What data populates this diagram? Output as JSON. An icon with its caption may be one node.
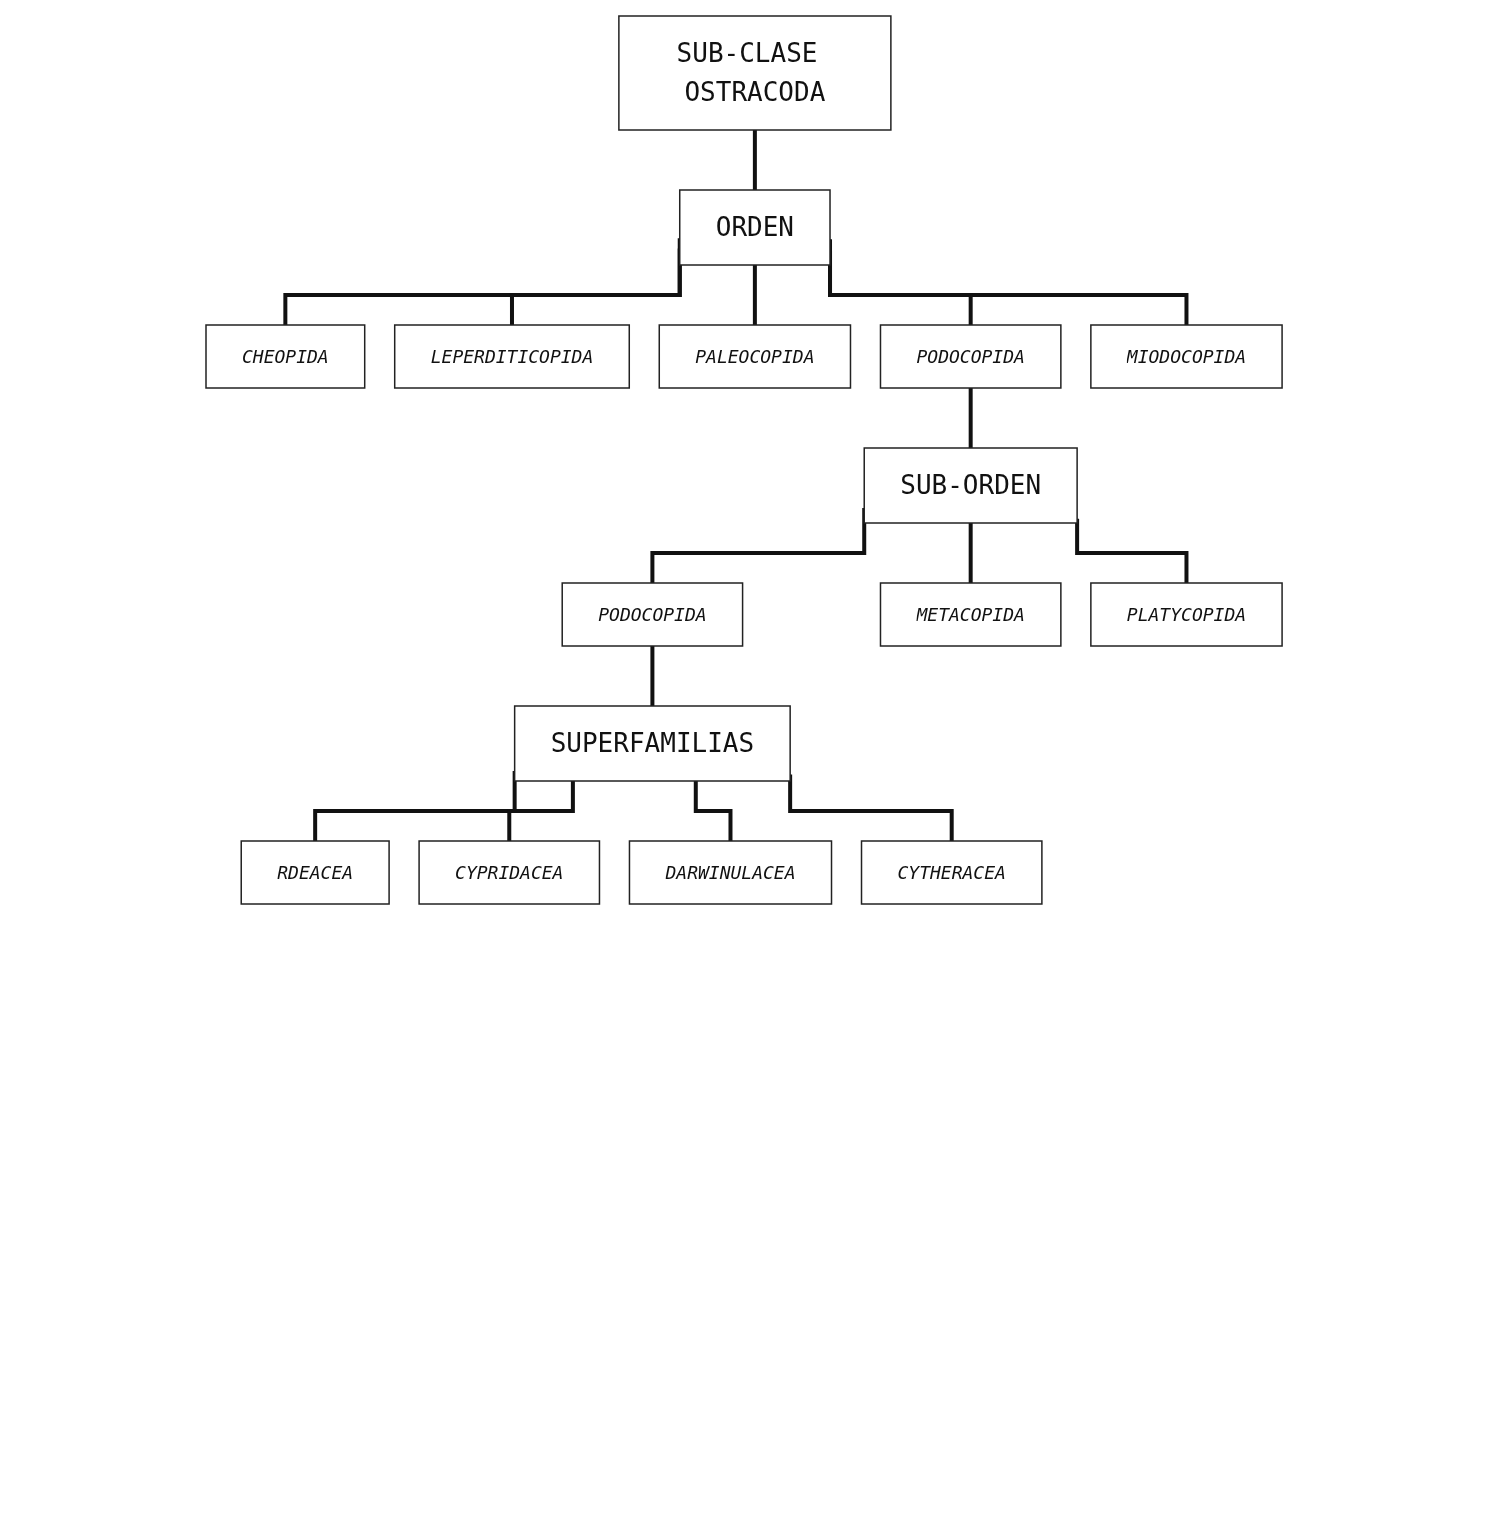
{
  "diagram": {
    "nodes": [
      {
        "text": [
          "SUB-CLASE OSTRACODA"
        ]
      },
      {
        "text": [
          "ORDEN"
        ]
      },
      {
        "text": [
          "CHEOPIDA"
        ]
      },
      {
        "text": [
          "LEPERDITICOPIDA"
        ]
      },
      {
        "text": [
          "PALEOCOPIDA"
        ]
      },
      {
        "text": [
          "PODOCOPIDA"
        ]
      },
      {
        "text": [
          "MIODOCOPIDA"
        ]
      },
      {
        "text": [
          "SUB-ORDEN"
        ]
      },
      {
        "text": [
          "PODOCOPIDA"
        ]
      },
      {
        "text": [
          "METACOPIDA"
        ]
      },
      {
        "text": [
          "PLATYCOPIDA"
        ]
      },
      {
        "text": [
          "SUPERFAMILIAS"
        ]
      },
      {
        "text": [
          "RDEACEA"
        ]
      },
      {
        "text": [
          "CYPRIDACEA"
        ]
      },
      {
        "text": [
          "DARWINULACEA"
        ]
      },
      {
        "text": [
          "CYTHERACEA"
        ]
      }
    ],
    "edges": [
      {
        "from": 0,
        "to": 1,
        "arrow": "none"
      },
      {
        "from": 1,
        "to": 2,
        "arrow": "none"
      },
      {
        "from": 1,
        "to": 3,
        "arrow": "none"
      },
      {
        "from": 1,
        "to": 4,
        "arrow": "none"
      },
      {
        "from": 1,
        "to": 5,
        "arrow": "none"
      },
      {
        "from": 1,
        "to": 6,
        "arrow": "none"
      },
      {
        "from": 5,
        "to": 7,
        "arrow": "none"
      },
      {
        "from": 7,
        "to": 8,
        "arrow": "none"
      },
      {
        "from": 7,
        "to": 9,
        "arrow": "none"
      },
      {
        "from": 7,
        "to": 10,
        "arrow": "none"
      },
      {
        "from": 8,
        "to": 11,
        "arrow": "none"
      },
      {
        "from": 11,
        "to": 12,
        "arrow": "none"
      },
      {
        "from": 11,
        "to": 13,
        "arrow": "none"
      },
      {
        "from": 11,
        "to": 14,
        "arrow": "none"
      },
      {
        "from": 11,
        "to": 15,
        "arrow": "none"
      }
    ]
  }
}
